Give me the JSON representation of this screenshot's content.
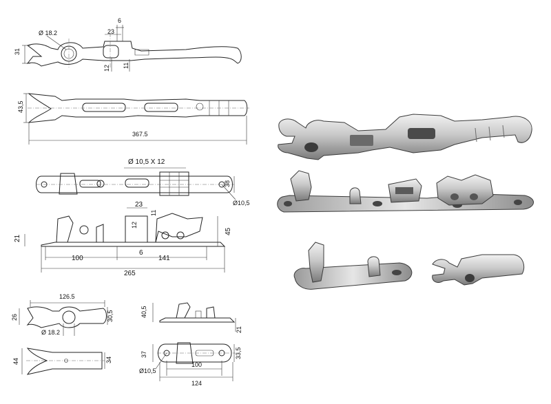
{
  "drawings": {
    "hook_side": {
      "dia": "Ø 18.2",
      "w": "23",
      "gap": "6",
      "h_left": "31",
      "h_tab": "12",
      "h_right": "11"
    },
    "hook_top": {
      "height": "43,5",
      "length": "367.5"
    },
    "base_top": {
      "slot": "Ø  10,5 X 12",
      "height": "38",
      "hole": "Ø10,5"
    },
    "base_side": {
      "w23": "23",
      "h12": "12",
      "h11": "11",
      "h21": "21",
      "h45": "45",
      "d100": "100",
      "d6": "6",
      "d141": "141",
      "d265": "265"
    },
    "small_hook_side": {
      "len": "126.5",
      "h_left": "26",
      "h_right": "30,5",
      "dia": "Ø 18.2"
    },
    "small_hook_top": {
      "h_left": "44",
      "h_right": "34"
    },
    "small_base_side": {
      "h40": "40,5",
      "h21": "21"
    },
    "small_base_top": {
      "h37": "37",
      "h33": "33,5",
      "d100": "100",
      "d124": "124",
      "hole": "Ø10,5"
    }
  },
  "colors": {
    "line": "#222222",
    "metal_light": "#d9d9d9",
    "metal_dark": "#8a8a8a",
    "background": "#ffffff"
  }
}
